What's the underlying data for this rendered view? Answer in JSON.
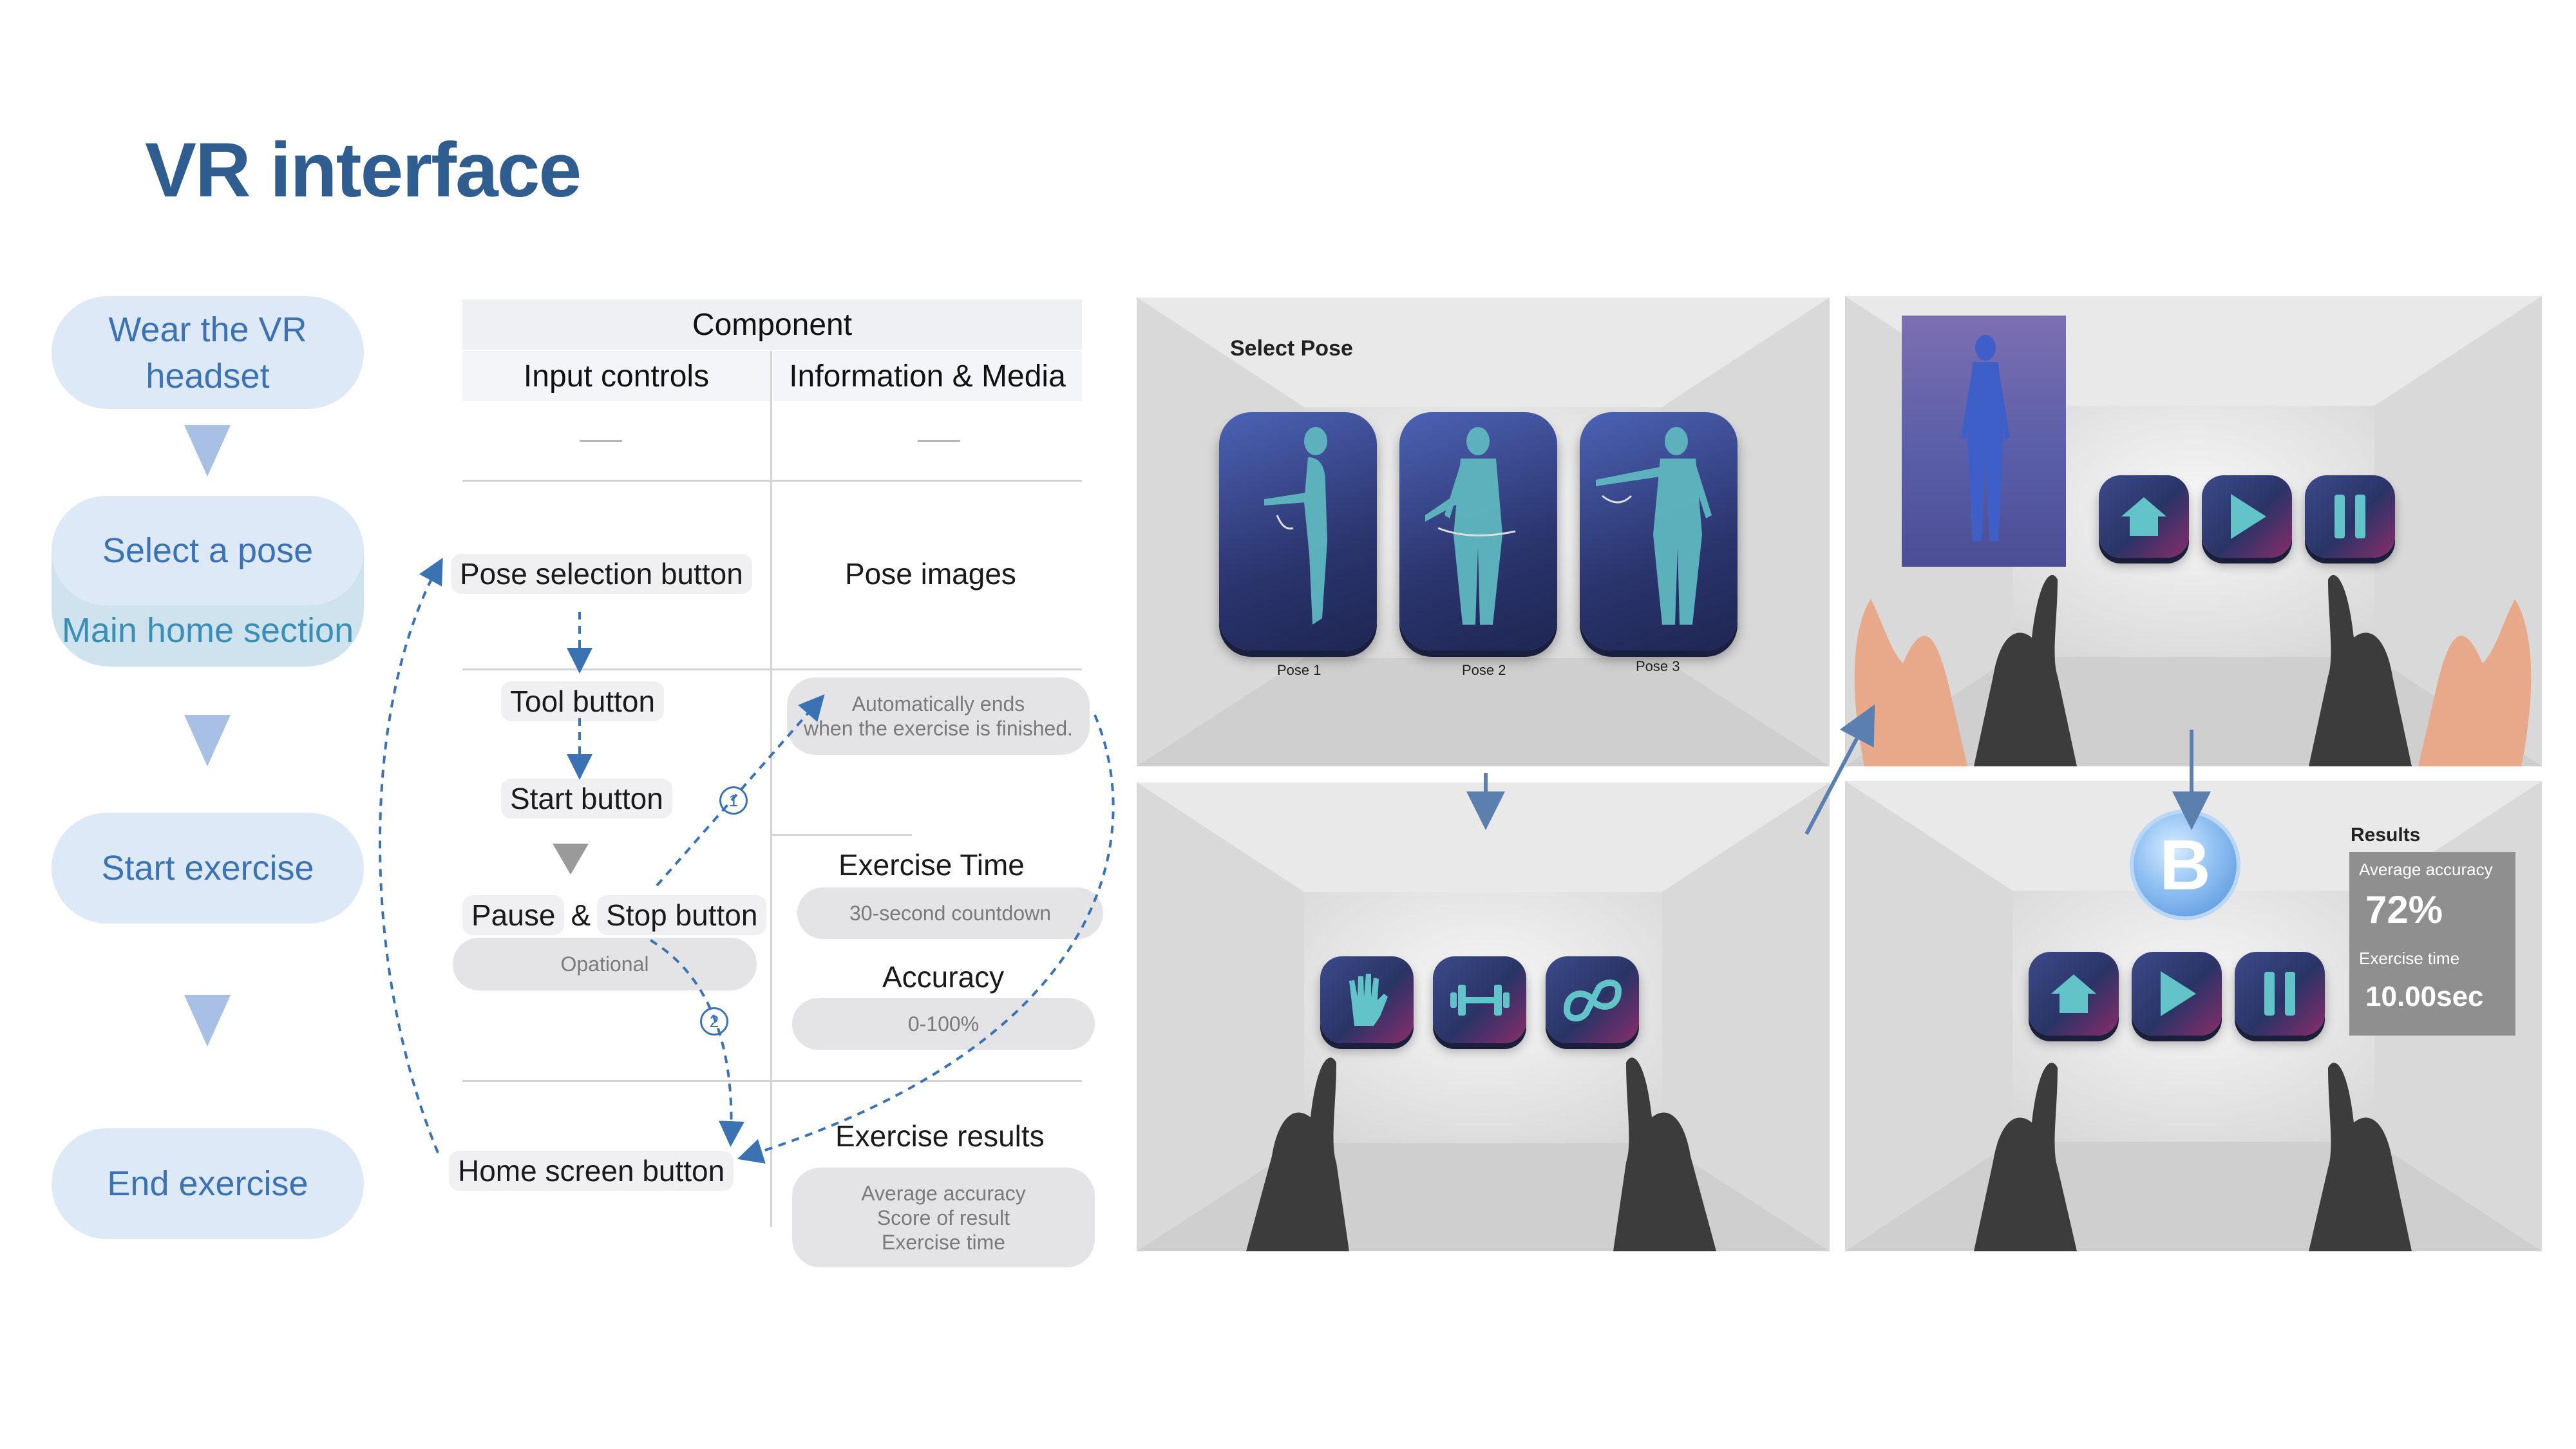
{
  "title": "VR interface",
  "flow": {
    "steps": [
      "Wear the VR\nheadset",
      "Select a pose",
      "Start exercise",
      "End exercise"
    ],
    "main_home_label": "Main home section"
  },
  "table": {
    "component_header": "Component",
    "col_input": "Input controls",
    "col_info": "Information & Media",
    "pose_selection_button": "Pose selection button",
    "pose_images": "Pose images",
    "tool_button": "Tool button",
    "auto_ends": "Automatically ends\nwhen the exercise is finished.",
    "start_button": "Start button",
    "exercise_time": "Exercise Time",
    "countdown": "30-second countdown",
    "pause": "Pause",
    "amp": "&",
    "stop_button": "Stop button",
    "optional": "Opational",
    "accuracy": "Accuracy",
    "accuracy_range": "0-100%",
    "exercise_results": "Exercise results",
    "home_screen_button": "Home screen button",
    "results_list": "Average accuracy\nScore of result\nExercise time",
    "marker_1": "1",
    "marker_2": "2"
  },
  "vr": {
    "select_pose": "Select Pose",
    "poses": [
      "Pose 1",
      "Pose 2",
      "Pose 3"
    ],
    "results_title": "Results",
    "avg_accuracy_label": "Average accuracy",
    "avg_accuracy_value": "72%",
    "exercise_time_label": "Exercise time",
    "exercise_time_value": "10.00sec",
    "grade": "B"
  },
  "colors": {
    "title": "#2f5d8f",
    "flow_pill": "#dde9f7",
    "flow_text": "#3a72b3",
    "arrow": "#a8c0e4",
    "connector": "#3a72b3",
    "card": "#2b356e",
    "figure": "#5fb7c0"
  }
}
